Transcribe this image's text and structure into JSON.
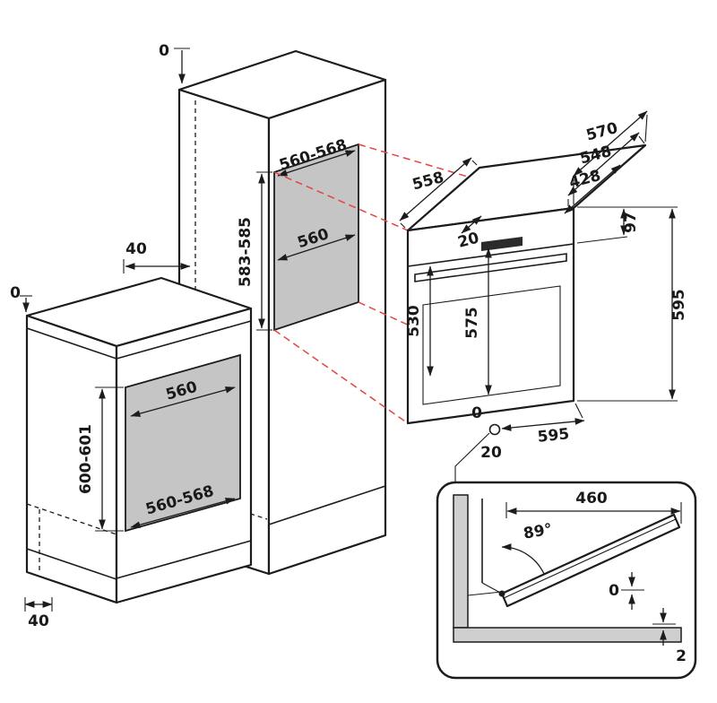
{
  "diagram": {
    "colors": {
      "line": "#1c1c1e",
      "niche_shade": "#c5c5c5",
      "projection_red": "#e5443f",
      "background": "#ffffff"
    },
    "tall_cabinet": {
      "top_clearance": "0",
      "rear_clearance": "40",
      "niche_width_range": "560-568",
      "niche_depth": "560",
      "niche_height_range": "583-585"
    },
    "base_cabinet": {
      "top_clearance": "0",
      "niche_depth": "560",
      "niche_height_range": "600-601",
      "niche_width_range": "560-568",
      "plinth_clearance": "40"
    },
    "oven": {
      "depth_with_door": "570",
      "depth_body": "548",
      "depth_reduced": "428",
      "top_width": "558",
      "front_clearance": "20",
      "panel_height": "97",
      "cavity_height": "530",
      "front_height": "575",
      "total_height": "595",
      "width": "595",
      "gap_zero": "0",
      "bottom_clearance": "20"
    },
    "door_detail": {
      "door_length": "460",
      "open_angle": "89°",
      "gap_zero": "0",
      "floor_gap": "2"
    }
  }
}
